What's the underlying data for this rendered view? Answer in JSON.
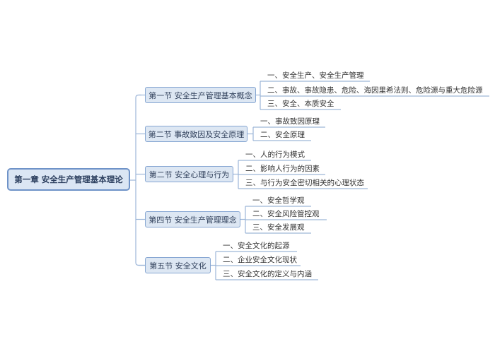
{
  "root": {
    "label": "第一章 安全生产管理基本理论"
  },
  "sections": [
    {
      "label": "第一节 安全生产管理基本概念",
      "items": [
        "一、安全生产、安全生产管理",
        "二、事故、事故隐患、危险、海因里希法则、危险源与重大危险源",
        "三、安全、本质安全"
      ]
    },
    {
      "label": "第二节 事故致因及安全原理",
      "items": [
        "一、事故致因原理",
        "二、安全原理"
      ]
    },
    {
      "label": "第二节 安全心理与行为",
      "items": [
        "一、人的行为模式",
        "二、影响人行为的因素",
        "三、与行为安全密切相关的心理状态"
      ]
    },
    {
      "label": "第四节 安全生产管理理念",
      "items": [
        "一、安全哲学观",
        "二、安全风险管控观",
        "三、安全发展观"
      ]
    },
    {
      "label": "第五节 安全文化",
      "items": [
        "一、安全文化的起源",
        "二、企业安全文化现状",
        "三、安全文化的定义与内涵"
      ]
    }
  ],
  "colors": {
    "line": "#9db6d8",
    "node_fill": "#dde7f3",
    "node_border": "#86a6d2"
  }
}
